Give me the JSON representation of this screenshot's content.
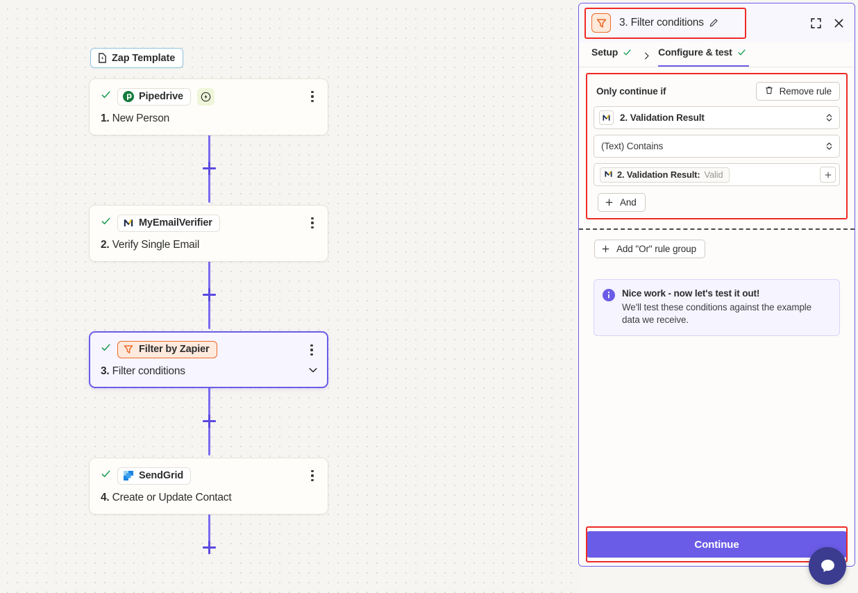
{
  "canvas": {
    "template_badge": {
      "label": "Zap Template",
      "icon": "zap-template-icon"
    },
    "steps": [
      {
        "app": "Pipedrive",
        "app_icon": "pipedrive-icon",
        "number": "1.",
        "title": "New Person",
        "instant_badge": "instant-trigger-icon",
        "selected": false,
        "collapsed_chevron": false
      },
      {
        "app": "MyEmailVerifier",
        "app_icon": "myemailverifier-icon",
        "number": "2.",
        "title": "Verify Single Email",
        "selected": false,
        "collapsed_chevron": false
      },
      {
        "app": "Filter by Zapier",
        "app_icon": "filter-icon",
        "number": "3.",
        "title": "Filter conditions",
        "selected": true,
        "collapsed_chevron": true
      },
      {
        "app": "SendGrid",
        "app_icon": "sendgrid-icon",
        "number": "4.",
        "title": "Create or Update Contact",
        "selected": false,
        "collapsed_chevron": false
      }
    ]
  },
  "panel": {
    "header": {
      "icon": "filter-icon",
      "title": "3. Filter conditions",
      "edit_icon": "pencil-icon",
      "expand_icon": "expand-icon",
      "close_icon": "close-icon"
    },
    "tabs": [
      {
        "label": "Setup",
        "active": false,
        "complete": true
      },
      {
        "label": "Configure & test",
        "active": true,
        "complete": true
      }
    ],
    "rule": {
      "label": "Only continue if",
      "remove_label": "Remove rule",
      "remove_icon": "trash-icon",
      "field_value": "2. Validation Result",
      "field_icon": "myemailverifier-icon",
      "operator_value": "(Text) Contains",
      "token_label": "2. Validation Result:",
      "token_value": "Valid",
      "token_icon": "myemailverifier-icon",
      "add_value_icon": "plus-icon",
      "and_label": "And",
      "and_icon": "plus-icon"
    },
    "or_group": {
      "label": "Add \"Or\" rule group",
      "icon": "plus-icon"
    },
    "notice": {
      "icon": "info-icon",
      "title": "Nice work - now let's test it out!",
      "body": "We'll test these conditions against the example data we receive."
    },
    "footer": {
      "continue_label": "Continue"
    }
  },
  "chat": {
    "icon": "chat-bubble-icon"
  },
  "colors": {
    "accent_purple": "#6b5ce7",
    "filter_orange": "#ec6a26",
    "highlight_red": "#ef2a24",
    "canvas_bg": "#f6f5f2",
    "success_green": "#1f9d55"
  }
}
